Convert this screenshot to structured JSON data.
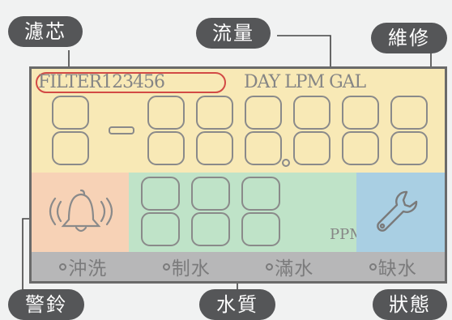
{
  "callouts": {
    "filter": "濾芯",
    "flow": "流量",
    "maintenance": "維修",
    "alarm": "警鈴",
    "water_quality": "水質",
    "status": "狀態"
  },
  "display": {
    "filter_label": "FILTER123456",
    "units_label": "DAY LPM GAL",
    "ppm_label": "PPM",
    "status_items": [
      "沖洗",
      "制水",
      "滿水",
      "缺水"
    ]
  },
  "icons": {
    "alarm": "bell-icon",
    "service": "wrench-icon"
  },
  "colors": {
    "tag_bg": "#555658",
    "lcd_top": "#f8e9b6",
    "alarm_zone": "#f7d2b6",
    "quality_zone": "#bfe3c8",
    "service_zone": "#a9cfe3",
    "status_bar": "#b7b7b8",
    "filter_outline": "#d24a45"
  }
}
